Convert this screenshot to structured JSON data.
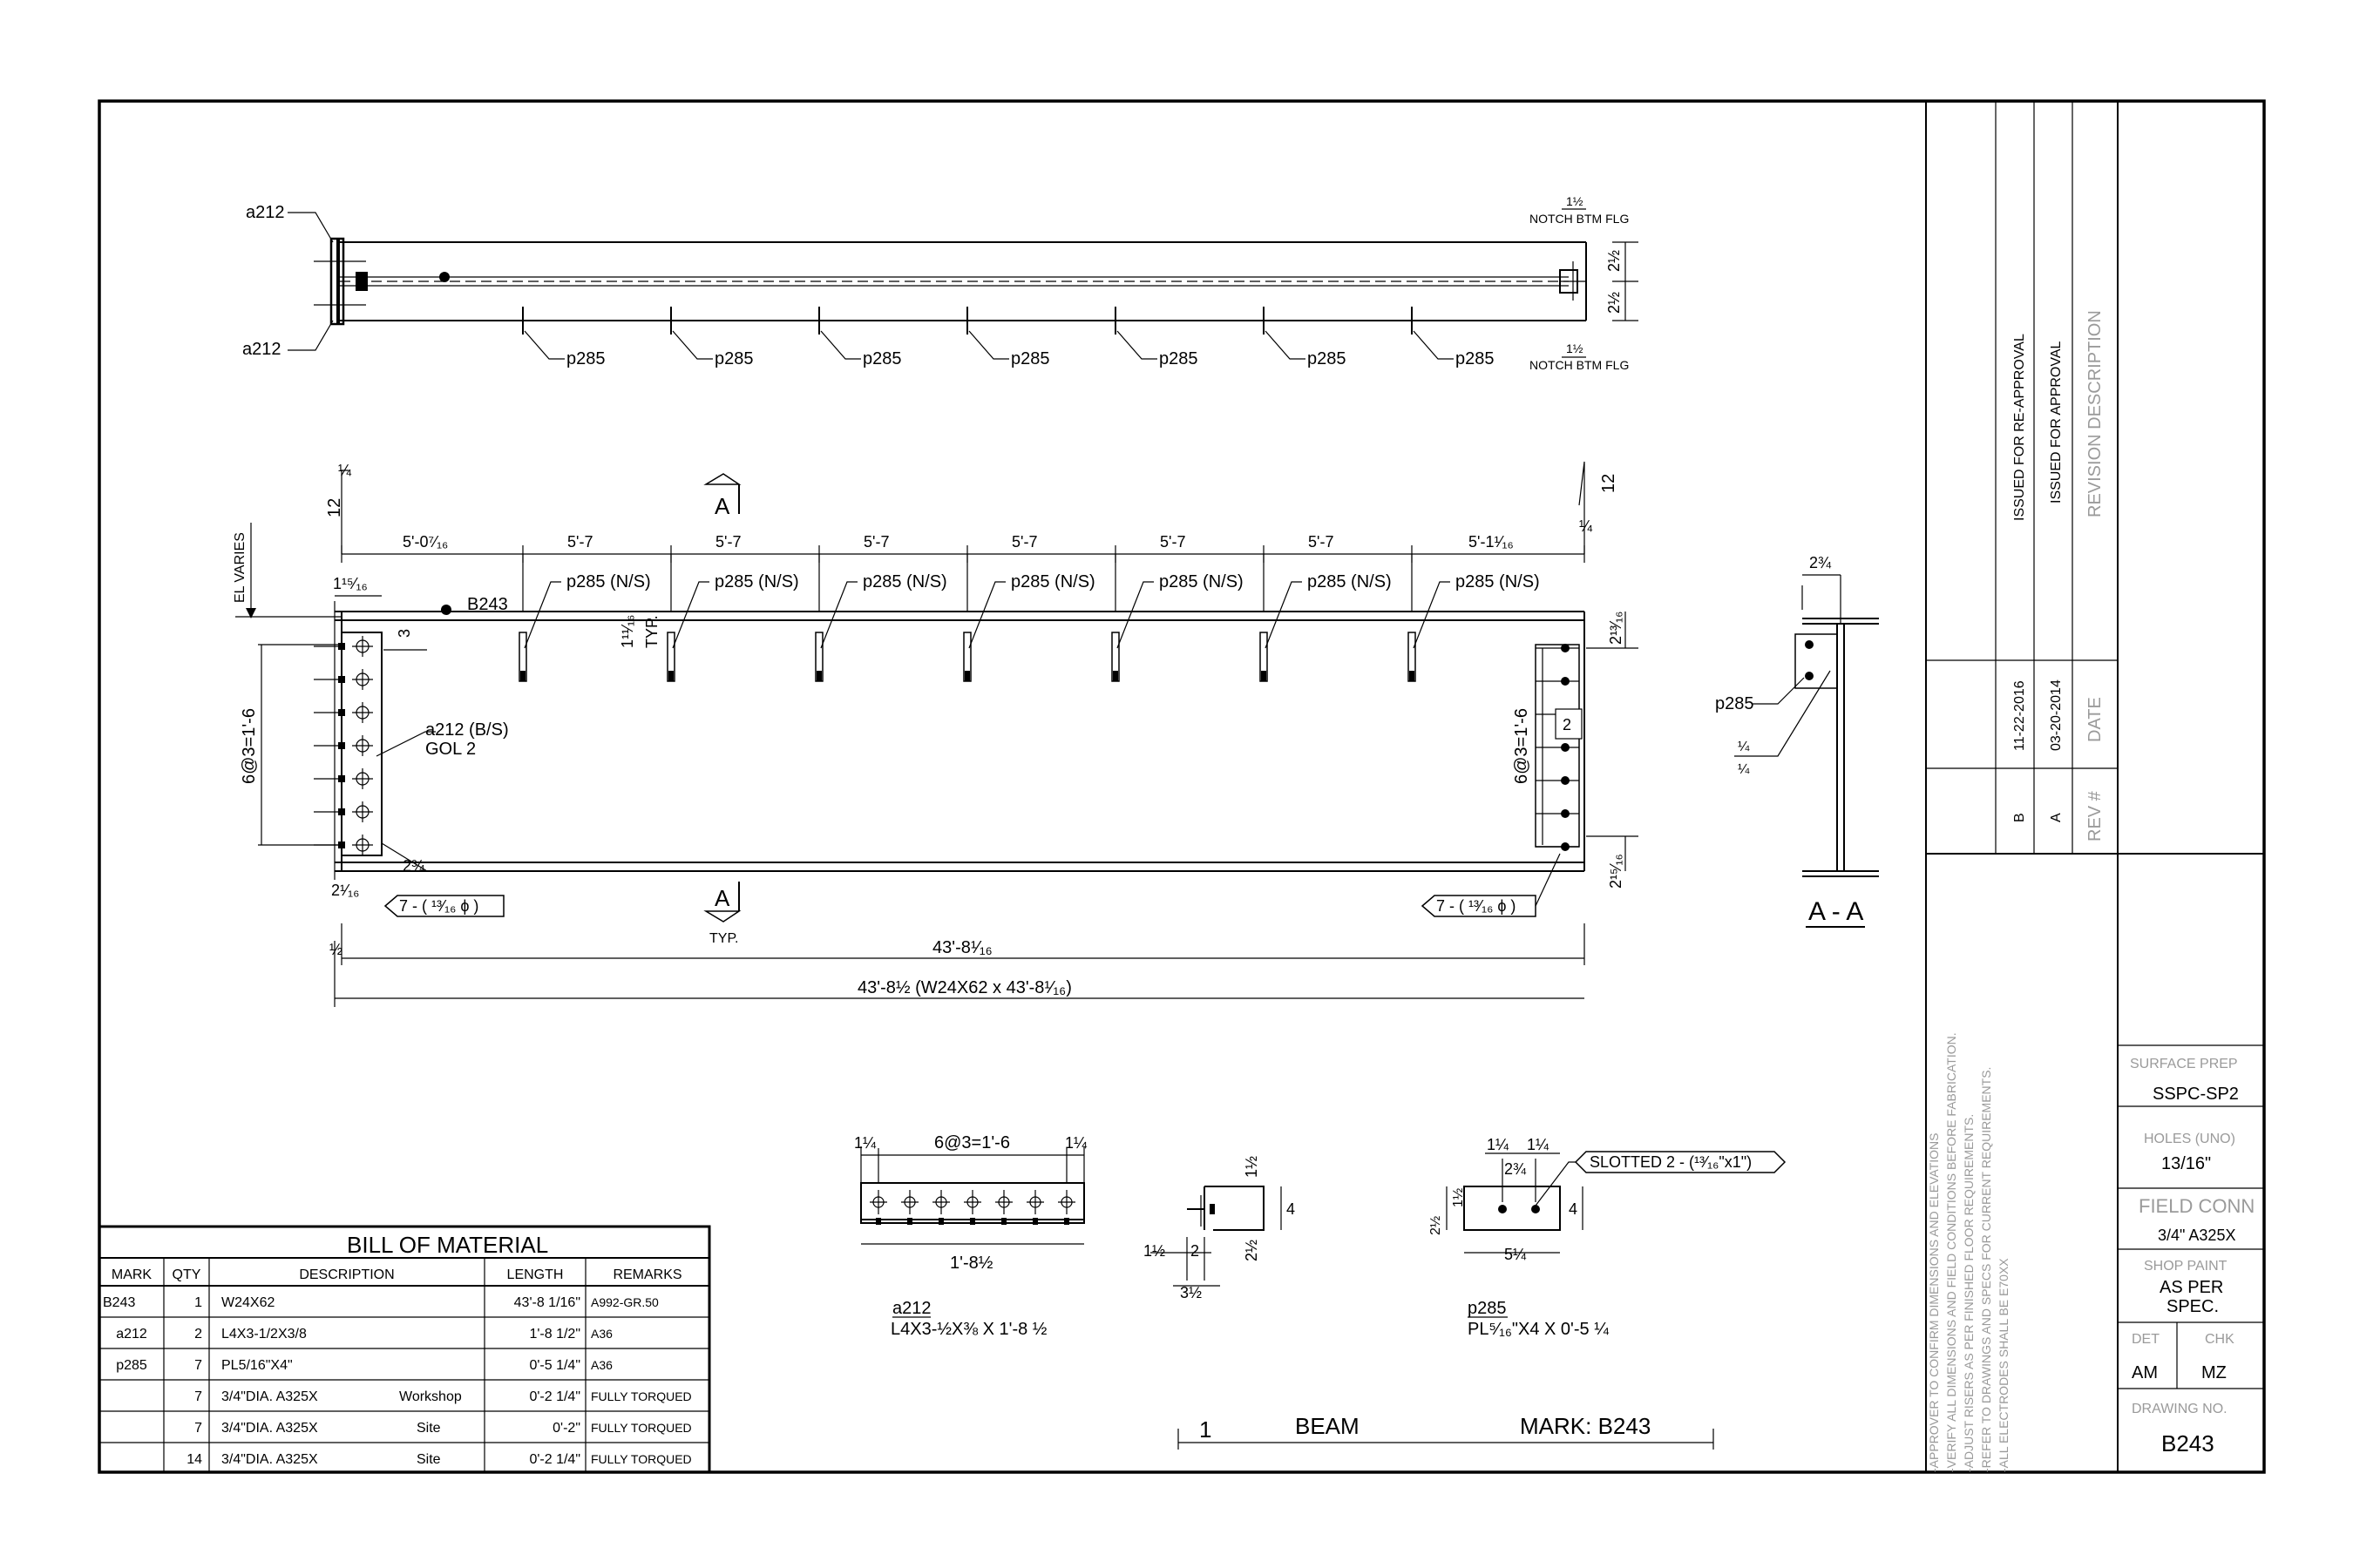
{
  "views": {
    "top": {
      "mark_a212": "a212",
      "mark_p285": "p285",
      "notch_label": "NOTCH BTM FLG",
      "notch_dim": "1½",
      "flange_dim": "2½"
    },
    "elevation": {
      "spacings": [
        "5'-0⁷⁄₁₆",
        "5'-7",
        "5'-7",
        "5'-7",
        "5'-7",
        "5'-7",
        "5'-7",
        "5'-1¹⁄₁₆"
      ],
      "stiffener_label": "p285 (N/S)",
      "beam_mark": "B243",
      "el_varies": "EL VARIES",
      "slope_rise": "12",
      "slope_run": "¼",
      "left_gage": "6@3=1'-6",
      "right_gage": "6@3=1'-6",
      "a212_label": "a212 (B/S)",
      "gol_label": "GOL 2",
      "hole_tag": "7 - ( ¹³⁄₁₆ ϕ )",
      "typ": "TYP.",
      "section_tag": "A",
      "overall_dim": "43'-8¹⁄₁₆",
      "total_dim": "43'-8½ (W24X62 x 43'-8¹⁄₁₆)",
      "dims": {
        "d_1_15_16": "1¹⁵⁄₁₆",
        "d_3": "3",
        "d_1_11_16": "1¹¹⁄₁₆",
        "d_2_13_16": "2¹³⁄₁₆",
        "d_2": "2",
        "d_2_3_4": "2¾",
        "d_2_1_16": "2¹⁄₁₆",
        "d_2_15_16": "2¹⁵⁄₁₆",
        "d_half": "½"
      }
    },
    "section": {
      "title": "A - A",
      "top_dim": "2¾",
      "p285": "p285",
      "weld": "¼"
    },
    "detail_a212": {
      "end_dim": "1¼",
      "gage": "6@3=1'-6",
      "length": "1'-8½",
      "mark": "a212",
      "desc": "L4X3-½X⅜ X 1'-8 ½"
    },
    "detail_angle": {
      "d_1_half": "1½",
      "d_4": "4",
      "d_2_half": "2½",
      "d_2": "2",
      "d_3_half": "3½"
    },
    "detail_p285": {
      "d_1_quarter": "1¼",
      "d_2_3_4": "2¾",
      "d_1_half": "1½",
      "d_2_half": "2½",
      "d_4": "4",
      "d_5_quarter": "5¼",
      "slot_note": "SLOTTED 2 - (¹³⁄₁₆\"x1\")",
      "mark": "p285",
      "desc": "PL⁵⁄₁₆\"X4 X 0'-5 ¼"
    }
  },
  "bom": {
    "title": "BILL OF MATERIAL",
    "headers": [
      "MARK",
      "QTY",
      "DESCRIPTION",
      "LENGTH",
      "REMARKS"
    ],
    "rows": [
      {
        "mark": "B243",
        "qty": "1",
        "desc": "W24X62",
        "loc": "",
        "length": "43'-8 1/16\"",
        "remarks": "A992-GR.50"
      },
      {
        "mark": "a212",
        "qty": "2",
        "desc": "L4X3-1/2X3/8",
        "loc": "",
        "length": "1'-8 1/2\"",
        "remarks": "A36"
      },
      {
        "mark": "p285",
        "qty": "7",
        "desc": "PL5/16\"X4\"",
        "loc": "",
        "length": "0'-5 1/4\"",
        "remarks": "A36"
      },
      {
        "mark": "",
        "qty": "7",
        "desc": "3/4\"DIA. A325X",
        "loc": "Workshop",
        "length": "0'-2 1/4\"",
        "remarks": "FULLY TORQUED"
      },
      {
        "mark": "",
        "qty": "7",
        "desc": "3/4\"DIA. A325X",
        "loc": "Site",
        "length": "0'-2\"",
        "remarks": "FULLY TORQUED"
      },
      {
        "mark": "",
        "qty": "14",
        "desc": "3/4\"DIA. A325X",
        "loc": "Site",
        "length": "0'-2 1/4\"",
        "remarks": "FULLY TORQUED"
      }
    ]
  },
  "caption": {
    "number": "1",
    "label": "BEAM",
    "mark": "MARK:  B243"
  },
  "title_block": {
    "revisions": [
      {
        "rev": "B",
        "date": "11-22-2016",
        "desc": "ISSUED FOR RE-APPROVAL"
      },
      {
        "rev": "A",
        "date": "03-20-2014",
        "desc": "ISSUED FOR APPROVAL"
      }
    ],
    "rev_header": "REV #",
    "date_header": "DATE",
    "desc_header": "REVISION DESCRIPTION",
    "notes": [
      "-APPROVER TO CONFIRM DIMENSIONS AND ELEVATIONS",
      "-VERIFY ALL DIMENSIONS AND FIELD CONDITIONS BEFORE FABRICATION.",
      "-ADJUST RISERS AS PER FINISHED FLOOR REQUIREMENTS.",
      "-REFER TO DRAWINGS AND SPECS FOR CURRENT REQUIREMENTS.",
      "-ALL ELECTRODES SHALL BE E70XX"
    ],
    "surface_prep_label": "SURFACE PREP",
    "surface_prep": "SSPC-SP2",
    "holes_label": "HOLES (UNO)",
    "holes": "13/16\"",
    "field_conn_label": "FIELD CONN",
    "field_conn": "3/4\" A325X",
    "shop_paint_label": "SHOP PAINT",
    "shop_paint_1": "AS PER",
    "shop_paint_2": "SPEC.",
    "det_label": "DET",
    "chk_label": "CHK",
    "det": "AM",
    "chk": "MZ",
    "drawing_no_label": "DRAWING NO.",
    "drawing_no": "B243"
  }
}
